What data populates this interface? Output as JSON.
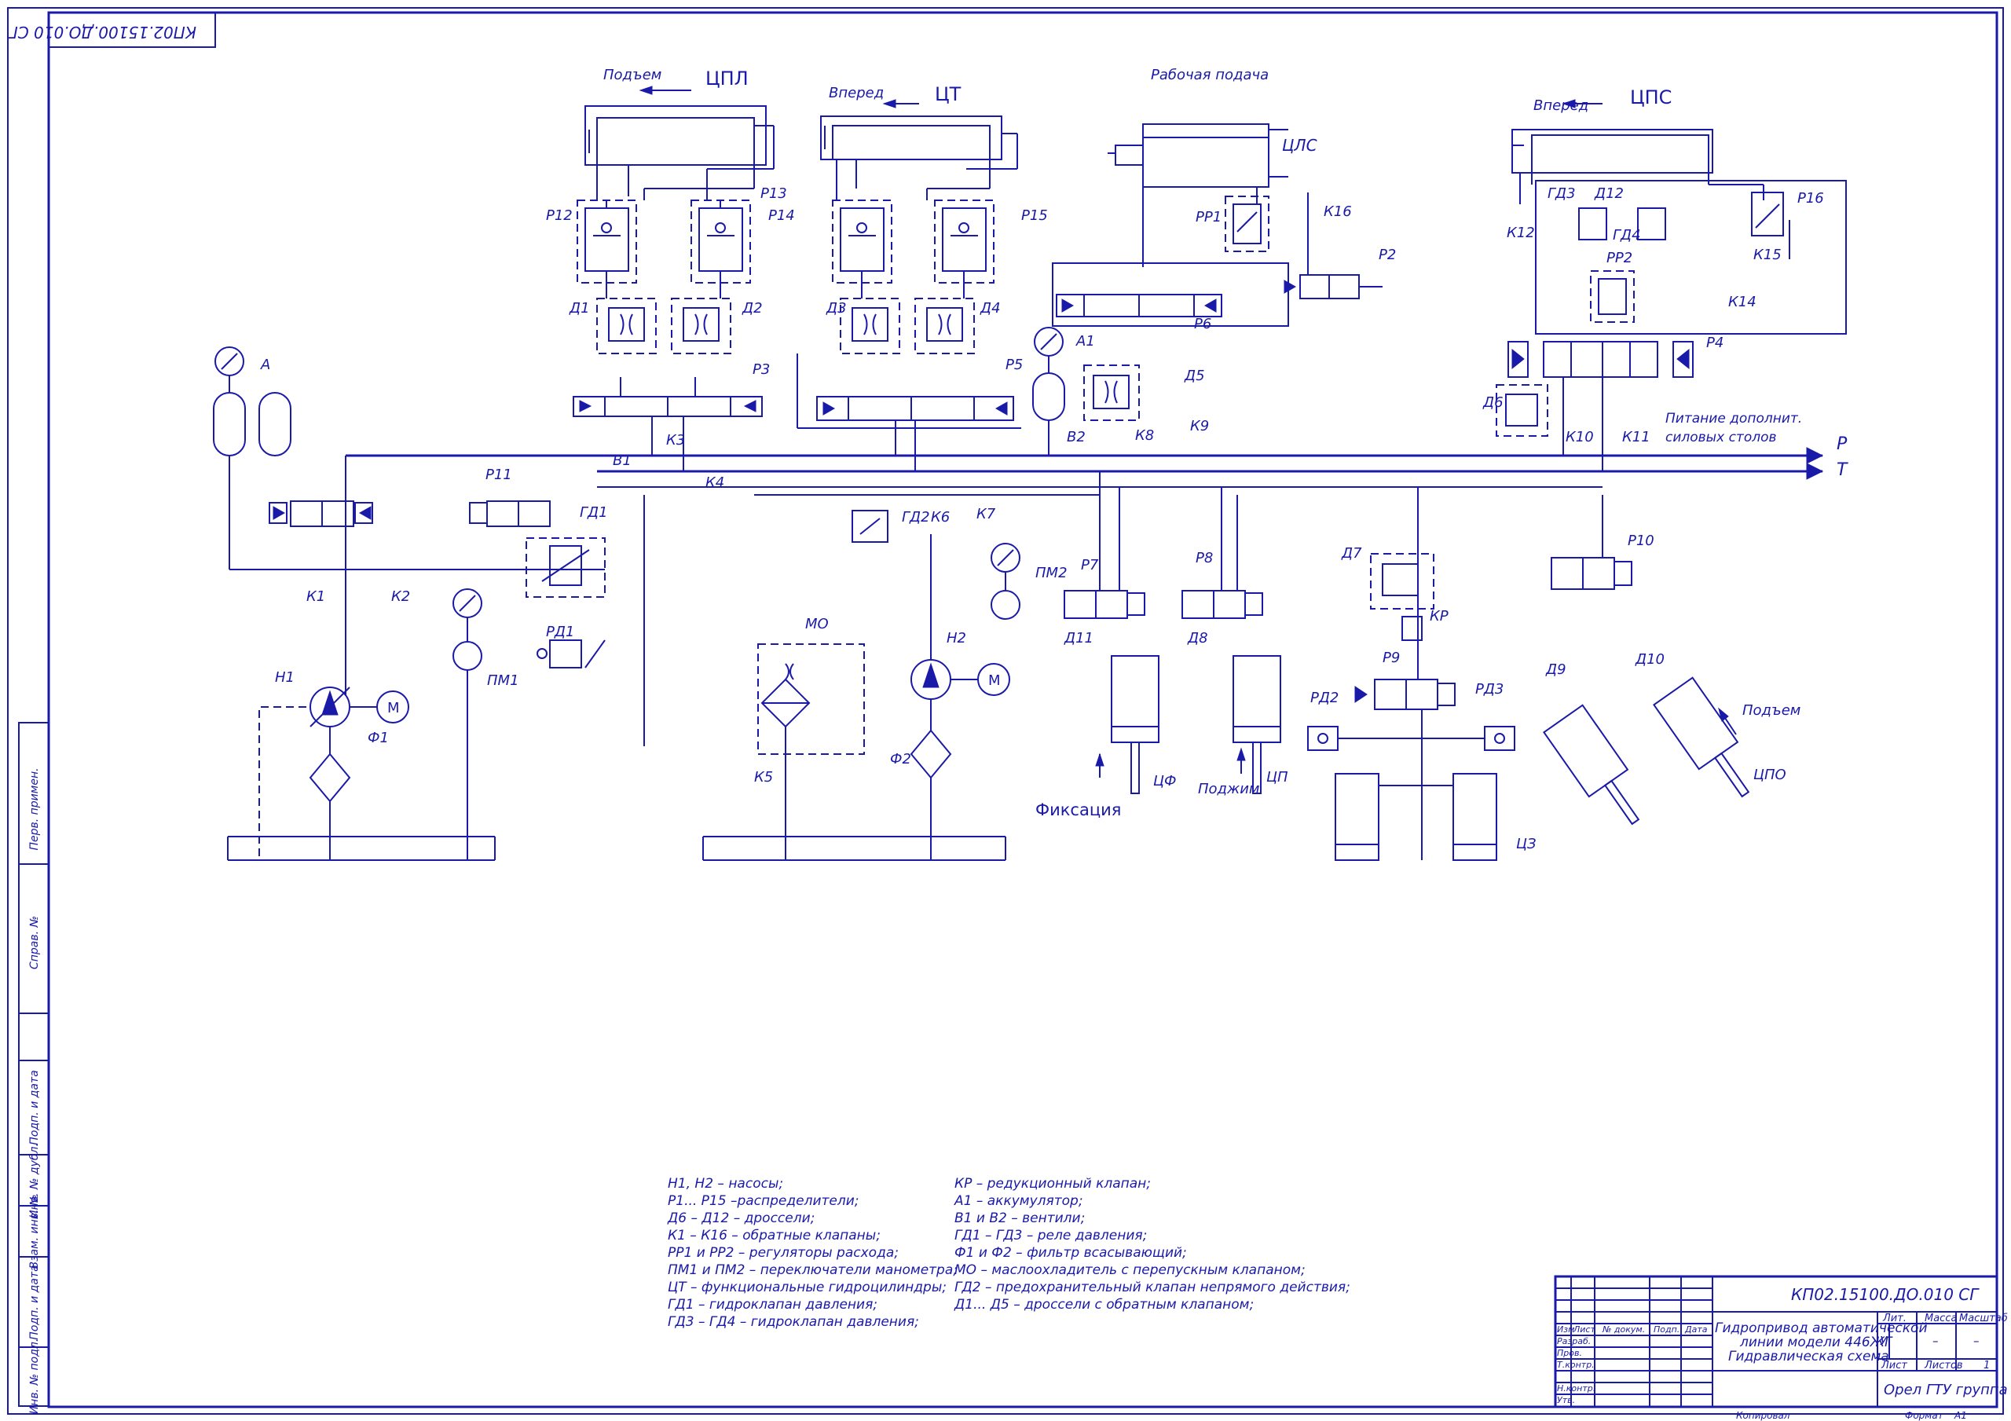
{
  "title_block": {
    "doc_code": "КП02.15100.ДО.010 СГ",
    "rotated_code": "КП02.15100.ДО.010 СГ",
    "title_lines": [
      "Гидропривод автоматической",
      "линии модели 446ЖГ",
      "Гидравлическая схема"
    ],
    "col_headers": [
      "Изм",
      "Лист",
      "№ докум.",
      "Подп.",
      "Дата"
    ],
    "roles": [
      "Разраб.",
      "Пров.",
      "Т.контр.",
      "",
      "Н.контр.",
      "Утв."
    ],
    "lit_label": "Лит.",
    "mass_label": "Масса",
    "scale_label": "Масштаб",
    "lit_value": "У",
    "mass_value": "–",
    "scale_value": "–",
    "sheet_label": "Лист",
    "sheets_label": "Листов",
    "sheets_value": "1",
    "org": "Орел ГТУ группа 32-Т",
    "copied": "Копировал",
    "format_label": "Формат",
    "format_value": "А1"
  },
  "side_stamp": [
    "Перв. примен.",
    "Справ. №",
    "Подп. и дата",
    "Инв. № дубл.",
    "Взам. инв. №",
    "Подп. и дата",
    "Инв. № подл."
  ],
  "cylinders": {
    "cpl": "ЦПЛ",
    "cpl_dir": "Подъем",
    "ct": "ЦТ",
    "ct_dir": "Вперед",
    "cls": "ЦЛС",
    "cls_dir": "Рабочая подача",
    "cps": "ЦПС",
    "cps_dir": "Вперед",
    "cf": "ЦФ",
    "cf_dir": "Фиксация",
    "cp": "ЦП",
    "cp_dir": "Поджим",
    "cz": "ЦЗ",
    "cpo": "ЦПО",
    "cpo_dir": "Подъем"
  },
  "lines": {
    "p": "Р",
    "t": "Т",
    "supply_note_1": "Питание дополнит.",
    "supply_note_2": "силовых столов"
  },
  "labels": {
    "A": "А",
    "A1": "А1",
    "H1": "Н1",
    "H2": "Н2",
    "M": "М",
    "F1": "Ф1",
    "F2": "Ф2",
    "MO": "МО",
    "PM1": "ПМ1",
    "PM2": "ПМ2",
    "V1": "В1",
    "V2": "В2",
    "K1": "К1",
    "K2": "К2",
    "K3": "К3",
    "K4": "К4",
    "K5": "К5",
    "K6": "К6",
    "K7": "К7",
    "K8": "К8",
    "K9": "К9",
    "K10": "К10",
    "K11": "К11",
    "K12": "К12",
    "K14": "К14",
    "K15": "К15",
    "K16": "К16",
    "KR": "КР",
    "GD1": "ГД1",
    "GD2": "ГД2",
    "GD3": "ГД3",
    "GD4": "ГД4",
    "RD1": "РД1",
    "RD2": "РД2",
    "RD3": "РД3",
    "RR1": "РР1",
    "RR2": "РР2",
    "P2": "Р2",
    "P3": "Р3",
    "P4": "Р4",
    "P5": "Р5",
    "P6": "Р6",
    "P7": "Р7",
    "P8": "Р8",
    "P9": "Р9",
    "P10": "Р10",
    "P11": "Р11",
    "P12": "Р12",
    "P13": "Р13",
    "P14": "Р14",
    "P15": "Р15",
    "P16": "Р16",
    "D1": "Д1",
    "D2": "Д2",
    "D3": "Д3",
    "D4": "Д4",
    "D5": "Д5",
    "D6": "Д6",
    "D7": "Д7",
    "D8": "Д8",
    "D9": "Д9",
    "D10": "Д10",
    "D11": "Д11",
    "D12": "Д12"
  },
  "legend_left": [
    "Н1, Н2 – насосы;",
    "Р1... Р15 –распределители;",
    "Д6 – Д12 – дроссели;",
    "К1 – К16 – обратные клапаны;",
    "РР1 и РР2 – регуляторы расхода;",
    "ПМ1 и ПМ2 – переключатели манометра;",
    "ЦТ – функциональные гидроцилиндры;",
    "ГД1 – гидроклапан давления;",
    "ГД3 – ГД4 – гидроклапан давления;"
  ],
  "legend_right": [
    "КР – редукционный клапан;",
    "А1 – аккумулятор;",
    "В1 и В2 – вентили;",
    "ГД1 – ГД3 – реле давления;",
    "Ф1 и Ф2 – фильтр всасывающий;",
    "МО – маслоохладитель с перепускным клапаном;",
    "ГД2 – предохранительный клапан непрямого действия;",
    "Д1... Д5 – дроссели с обратным клапаном;"
  ]
}
